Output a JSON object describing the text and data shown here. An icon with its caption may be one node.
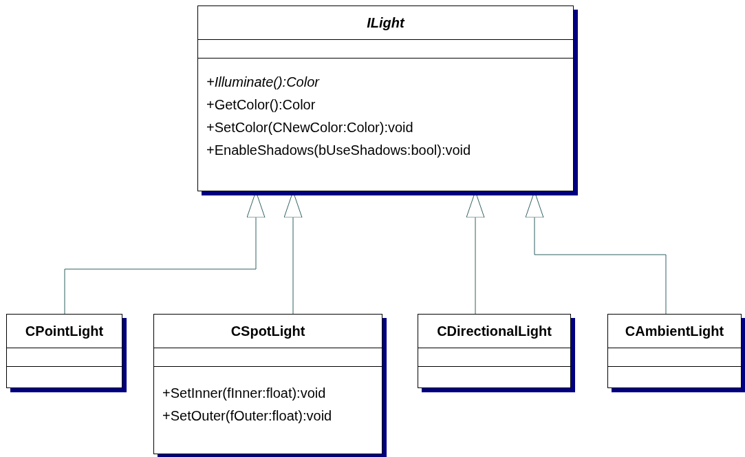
{
  "diagram": {
    "nodes": [
      {
        "text": [
          "*ILight*",
          "*+Illuminate():Color*",
          "+GetColor():Color",
          "+SetColor(CNewColor:Color):void",
          "+EnableShadows(bUseShadows:bool):void"
        ]
      },
      {
        "text": [
          "CPointLight"
        ]
      },
      {
        "text": [
          "CSpotLight",
          "+SetInner(fInner:float):void",
          "+SetOuter(fOuter:float):void"
        ]
      },
      {
        "text": [
          "CDirectionalLight"
        ]
      },
      {
        "text": [
          "CAmbientLight"
        ]
      }
    ],
    "edges": [
      {
        "from": 1,
        "to": 0,
        "arrow": "to"
      },
      {
        "from": 2,
        "to": 0,
        "arrow": "to"
      },
      {
        "from": 3,
        "to": 0,
        "arrow": "to"
      },
      {
        "from": 4,
        "to": 0,
        "arrow": "to"
      }
    ]
  }
}
